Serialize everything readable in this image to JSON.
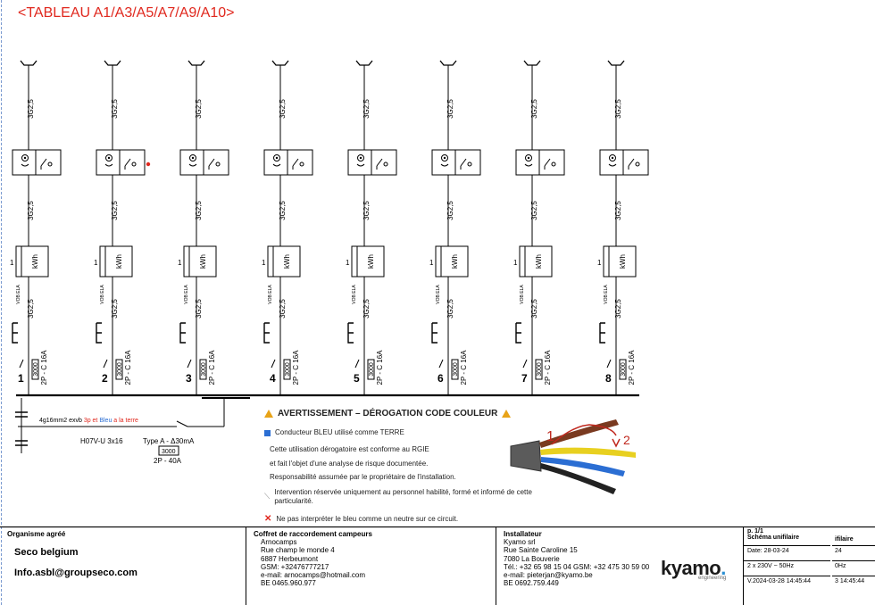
{
  "title": "<TABLEAU A1/A3/A5/A7/A9/A10>",
  "circuits": [
    {
      "num": "1",
      "cable_top": "3G2,5",
      "cable_mid": "3G2,5",
      "cable_low": "3G2,5",
      "meter_qty": "1",
      "meter_label": "kWh",
      "label_vob": "VOB ELA",
      "breaker_rating": "2P - C 16A",
      "breaker_code": "3000"
    },
    {
      "num": "2",
      "cable_top": "3G2,5",
      "cable_mid": "3G2,5",
      "cable_low": "3G2,5",
      "meter_qty": "1",
      "meter_label": "kWh",
      "label_vob": "VOB ELA",
      "breaker_rating": "2P - C 16A",
      "breaker_code": "3000"
    },
    {
      "num": "3",
      "cable_top": "3G2,5",
      "cable_mid": "3G2,5",
      "cable_low": "3G2,5",
      "meter_qty": "1",
      "meter_label": "kWh",
      "label_vob": "VOB ELA",
      "breaker_rating": "2P - C 16A",
      "breaker_code": "3000"
    },
    {
      "num": "4",
      "cable_top": "3G2,5",
      "cable_mid": "3G2,5",
      "cable_low": "3G2,5",
      "meter_qty": "1",
      "meter_label": "kWh",
      "label_vob": "VOB ELA",
      "breaker_rating": "2P - C 16A",
      "breaker_code": "3000"
    },
    {
      "num": "5",
      "cable_top": "3G2,5",
      "cable_mid": "3G2,5",
      "cable_low": "3G2,5",
      "meter_qty": "1",
      "meter_label": "kWh",
      "label_vob": "VOB ELA",
      "breaker_rating": "2P - C 16A",
      "breaker_code": "3000"
    },
    {
      "num": "6",
      "cable_top": "3G2,5",
      "cable_mid": "3G2,5",
      "cable_low": "3G2,5",
      "meter_qty": "1",
      "meter_label": "kWh",
      "label_vob": "VOB ELA",
      "breaker_rating": "2P - C 16A",
      "breaker_code": "3000"
    },
    {
      "num": "7",
      "cable_top": "3G2,5",
      "cable_mid": "3G2,5",
      "cable_low": "3G2,5",
      "meter_qty": "1",
      "meter_label": "kWh",
      "label_vob": "VOB ELA",
      "breaker_rating": "2P - C 16A",
      "breaker_code": "3000"
    },
    {
      "num": "8",
      "cable_top": "3G2,5",
      "cable_mid": "3G2,5",
      "cable_low": "3G2,5",
      "meter_qty": "1",
      "meter_label": "kWh",
      "label_vob": "VOB ELA",
      "breaker_rating": "2P - C 16A",
      "breaker_code": "3000"
    }
  ],
  "supply": {
    "earth_note": {
      "part1": "4g16mm2 exvb ",
      "part2": "3p et ",
      "part3": "Bleu",
      "part4": "  a la terre"
    },
    "cable": "H07V-U 3x16",
    "main_type": "Type A - Δ30mA",
    "main_code": "3000",
    "main_rating": "2P - 40A"
  },
  "photo_marks": [
    "1",
    "2"
  ],
  "warning": {
    "title": "AVERTISSEMENT – DÉROGATION CODE COULEUR",
    "blue_note": "Conducteur BLEU utilisé comme TERRE",
    "para1": "Cette utilisation dérogatoire est conforme au RGIE",
    "para2": "et fait l'objet d'une analyse de risque documentée.",
    "para3": "Responsabilité assumée par le propriétaire de l'installation.",
    "intervention": "Intervention réservée uniquement au personnel habilité, formé et informé de cette particularité.",
    "neutral": "Ne pas interpréter le bleu comme un neutre sur ce circuit."
  },
  "colors": {
    "accent_red": "#e0281e",
    "blue": "#2b6ed3",
    "warn": "#e8a318"
  },
  "cartouche": {
    "org": {
      "head": "Organisme agréé",
      "name": "Seco belgium",
      "email": "Info.asbl@groupseco.com"
    },
    "coffret": {
      "head": "Coffret de raccordement campeurs",
      "lines": [
        "Arnocamps",
        "Rue champ le monde 4",
        "6887 Herbeumont",
        "GSM: +32476777217",
        "e-mail: arnocamps@hotmail.com",
        "BE 0465.960.977"
      ]
    },
    "install": {
      "head": "Installateur",
      "lines": [
        "Kyamo srl",
        "Rue Sainte Caroline 15",
        "7080 La Bouverie",
        "Tél.: +32 65 98 15 04  GSM: +32 475 30 59 00",
        "e-mail: pieterjan@kyamo.be",
        "BE 0692.759.449"
      ]
    },
    "logo": {
      "main": "kyamo",
      "dot": ".",
      "sub": "engineering"
    },
    "info": {
      "page": "p. 1/1",
      "doc": "Schéma unifilaire",
      "date": "Date: 28-03-24",
      "supply": "2 x 230V ~ 50Hz",
      "version": "V.2024-03-28 14:45:44"
    },
    "ghost": {
      "doc": "ifilaire",
      "date": "24",
      "supply": "0Hz",
      "version": "3 14:45:44"
    }
  }
}
